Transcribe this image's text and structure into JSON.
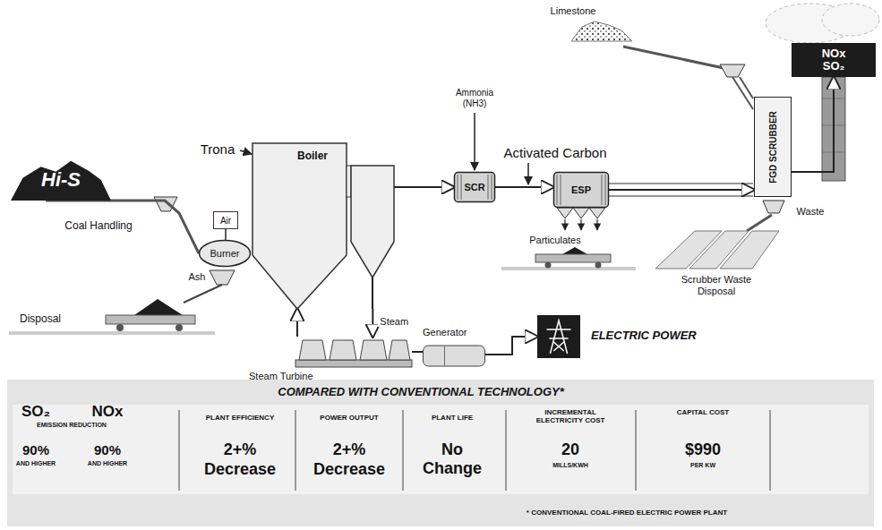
{
  "diagram": {
    "nodes": [
      {
        "text": [
          "Hi-S"
        ]
      },
      {
        "text": [
          "Air"
        ]
      },
      {
        "text": [
          "Burner"
        ]
      },
      {
        "text": [
          "Boiler"
        ]
      },
      {
        "text": [
          "SCR"
        ]
      },
      {
        "text": [
          "ESP"
        ]
      },
      {
        "text": [
          "FGD SCRUBBER"
        ]
      },
      {
        "text": [
          "NOx",
          "SO₂"
        ]
      },
      {
        "text": [
          "Steam Turbine"
        ]
      },
      {
        "text": [
          "Generator"
        ]
      },
      {
        "text": [
          "ELECTRIC POWER"
        ]
      }
    ],
    "edges": [
      {
        "from": 0,
        "to": 2,
        "arrow": "none"
      },
      {
        "from": 1,
        "to": 2,
        "arrow": "none"
      },
      {
        "from": 3,
        "to": 4,
        "arrow": "to"
      },
      {
        "from": 4,
        "to": 5,
        "arrow": "to"
      },
      {
        "from": 5,
        "to": 6,
        "arrow": "to"
      },
      {
        "from": 6,
        "to": 7,
        "arrow": "to"
      },
      {
        "from": 3,
        "to": 8,
        "label": "Steam",
        "arrow": "to"
      },
      {
        "from": 8,
        "to": 3,
        "arrow": "to"
      },
      {
        "from": 8,
        "to": 9,
        "arrow": "none"
      },
      {
        "from": 9,
        "to": 10,
        "arrow": "to"
      }
    ],
    "labels": [
      "Coal Handling",
      "Disposal",
      "Ash",
      "Trona",
      "Ammonia (NH3)",
      "Activated Carbon",
      "Limestone",
      "Particulates",
      "Waste",
      "Scrubber Waste Disposal",
      "COMPARED WITH CONVENTIONAL TECHNOLOGY*",
      "SO₂",
      "NOx",
      "EMISSION REDUCTION",
      "PLANT EFFICIENCY",
      "POWER OUTPUT",
      "PLANT LIFE",
      "INCREMENTAL ELECTRICITY COST",
      "CAPITAL COST",
      "90%",
      "AND HIGHER",
      "90%",
      "AND HIGHER",
      "2+%",
      "Decrease",
      "2+%",
      "Decrease",
      "No Change",
      "20",
      "MILLS/KWH",
      "$990",
      "PER KW",
      "* CONVENTIONAL COAL-FIRED ELECTRIC POWER PLANT"
    ]
  }
}
